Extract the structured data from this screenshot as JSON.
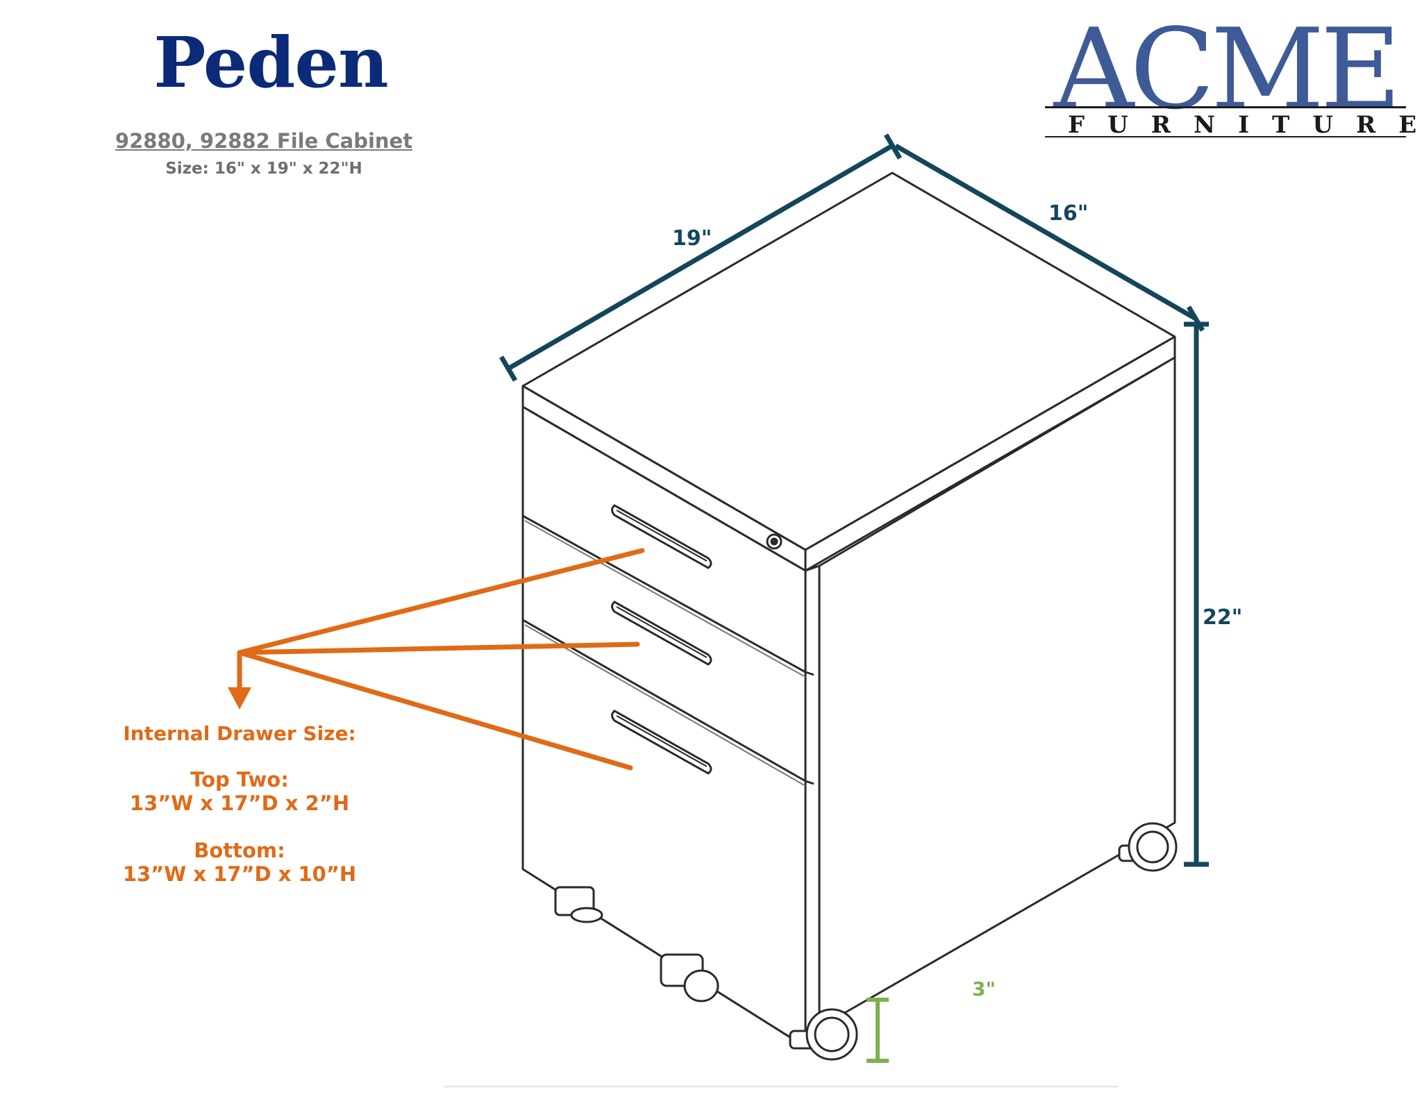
{
  "product": {
    "name": "Peden",
    "model_line": "92880, 92882 File Cabinet",
    "size_line": "Size: 16\" x 19\" x 22\"H"
  },
  "brand": {
    "name": "ACME",
    "subtitle": "FURNITURE",
    "color": "#3e5a97"
  },
  "dimensions": {
    "width": "19\"",
    "depth": "16\"",
    "height": "22\"",
    "caster": "3\""
  },
  "drawer_info": {
    "heading": "Internal Drawer Size:",
    "top_label": "Top Two:",
    "top_size": "13”W x 17”D x 2”H",
    "bottom_label": "Bottom:",
    "bottom_size": "13”W x 17”D x 10”H"
  },
  "colors": {
    "dimension_line": "#14465a",
    "callout": "#e06a17",
    "caster_dim": "#7fb04f",
    "title": "#0b2a78"
  }
}
